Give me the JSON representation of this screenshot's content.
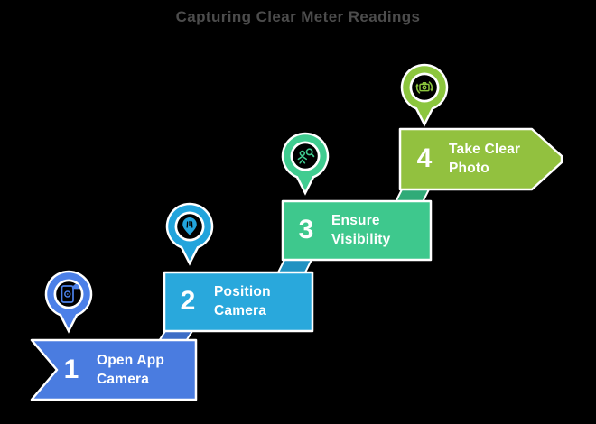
{
  "title": {
    "text": "Capturing Clear Meter Readings",
    "color": "#4c4c4c"
  },
  "background_color": "#000000",
  "text_color": "#ffffff",
  "steps": [
    {
      "number": "1",
      "label_lines": [
        "Open App",
        "Camera"
      ],
      "color": "#4a7ce0",
      "pin_color": "#4c80e8",
      "fold_color": "#3d6dc6",
      "icon": "phone-camera-icon"
    },
    {
      "number": "2",
      "label_lines": [
        "Position",
        "Camera"
      ],
      "color": "#29a8dc",
      "pin_color": "#22a4dc",
      "fold_color": "#2092c2",
      "icon": "position-pin-icon"
    },
    {
      "number": "3",
      "label_lines": [
        "Ensure",
        "Visibility"
      ],
      "color": "#3ec88d",
      "pin_color": "#40cc90",
      "fold_color": "#30ab78",
      "icon": "person-magnifier-icon"
    },
    {
      "number": "4",
      "label_lines": [
        "Take Clear",
        "Photo"
      ],
      "color": "#92c13f",
      "pin_color": "#8cc63e",
      "icon": "camera-refresh-icon"
    }
  ]
}
